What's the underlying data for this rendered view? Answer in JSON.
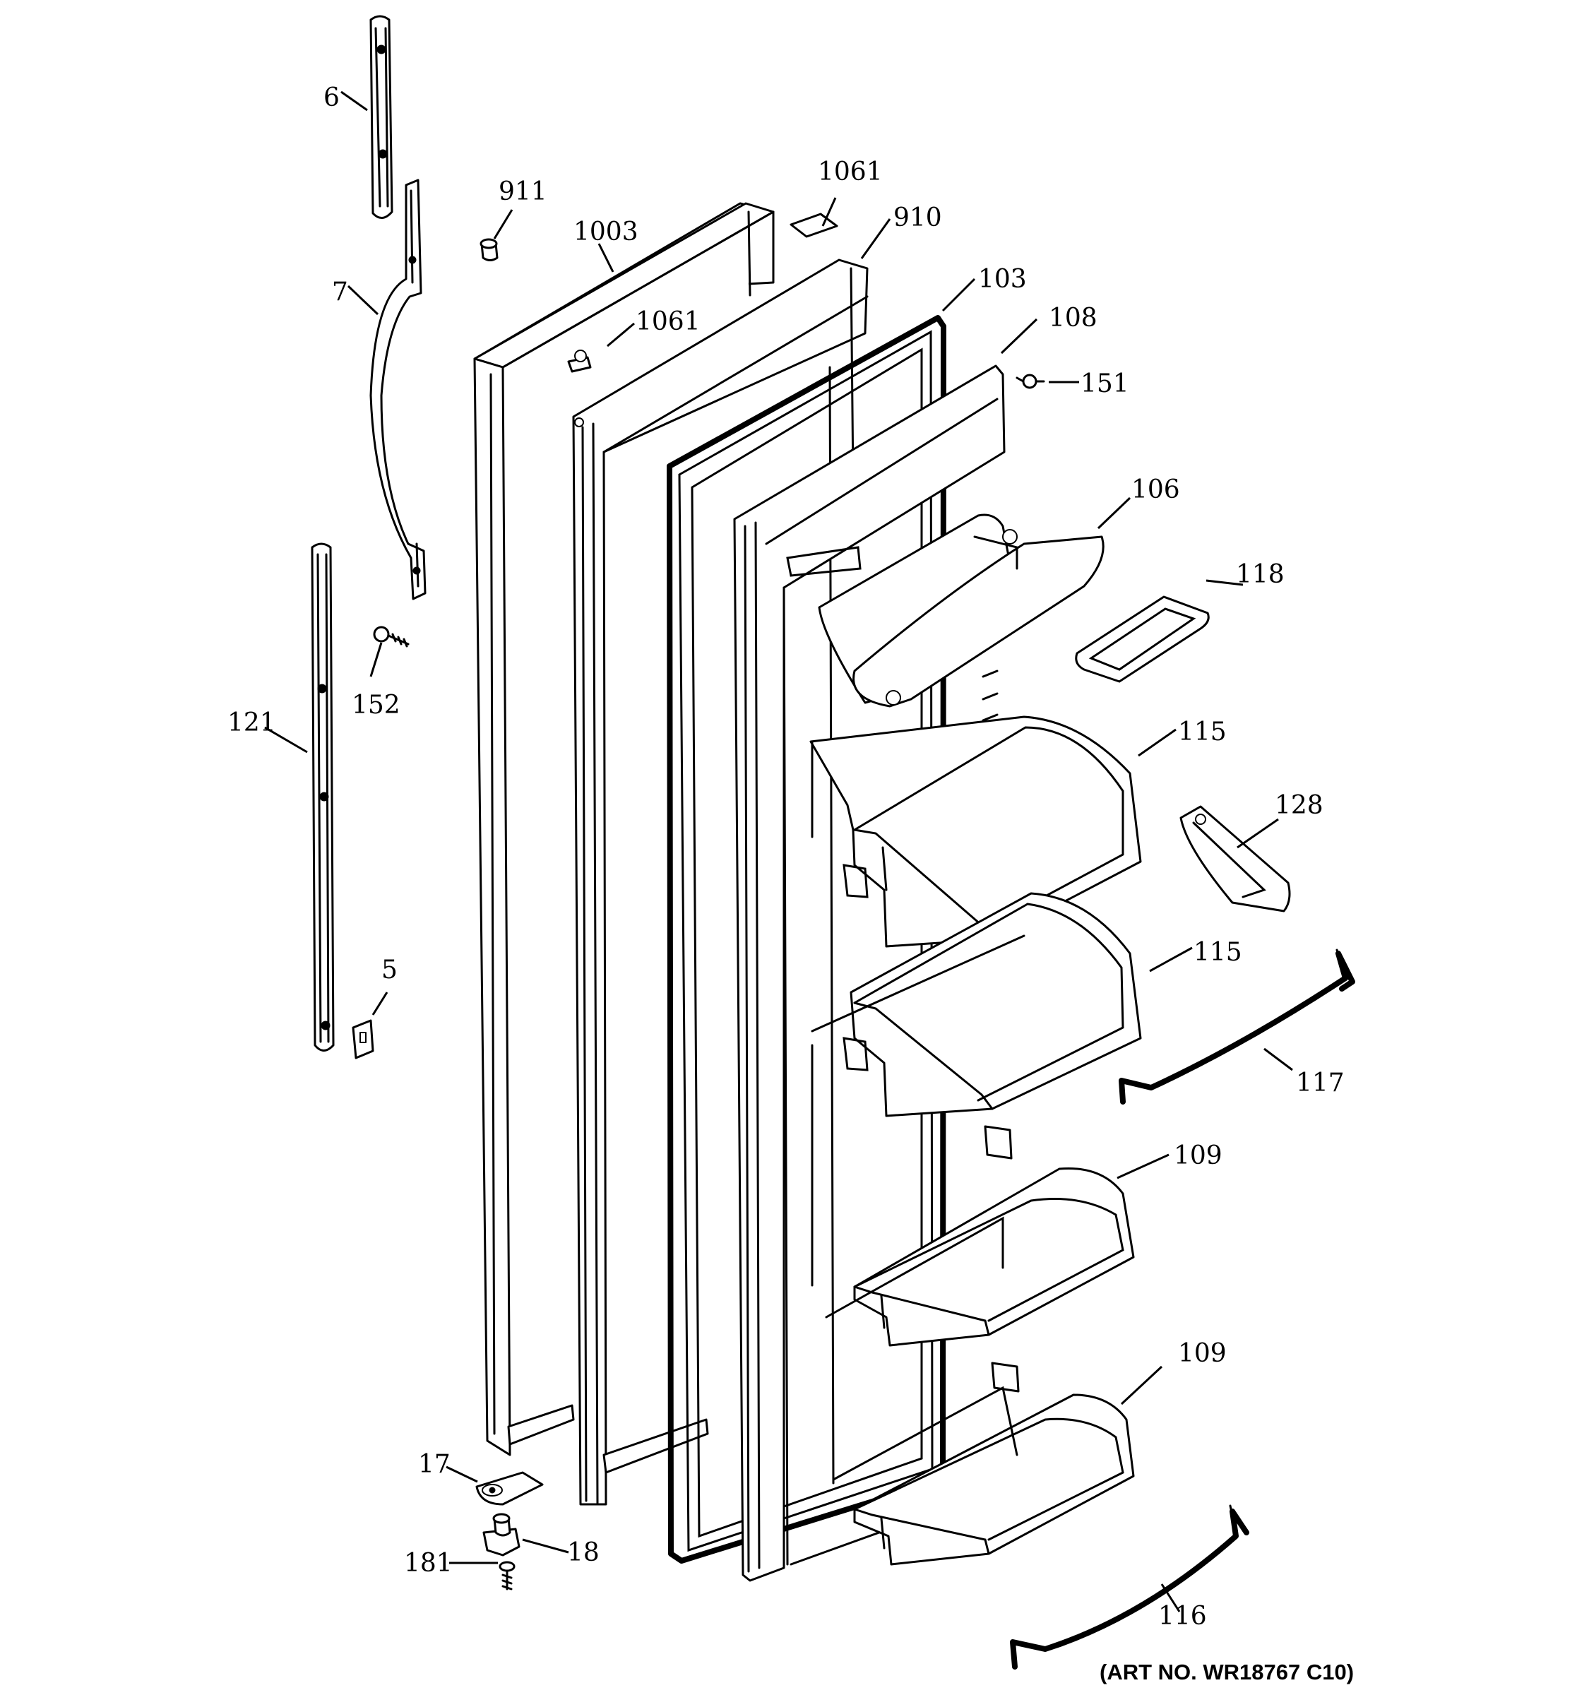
{
  "callouts": {
    "c6": "6",
    "c7": "7",
    "c121": "121",
    "c152": "152",
    "c5": "5",
    "c911": "911",
    "c1003": "1003",
    "c1061a": "1061",
    "c1061b": "1061",
    "c910": "910",
    "c103": "103",
    "c108": "108",
    "c151": "151",
    "c106": "106",
    "c118": "118",
    "c115a": "115",
    "c115b": "115",
    "c128": "128",
    "c117": "117",
    "c109a": "109",
    "c109b": "109",
    "c116": "116",
    "c17": "17",
    "c18": "18",
    "c181": "181"
  },
  "art_number": "(ART NO. WR18767 C10)"
}
